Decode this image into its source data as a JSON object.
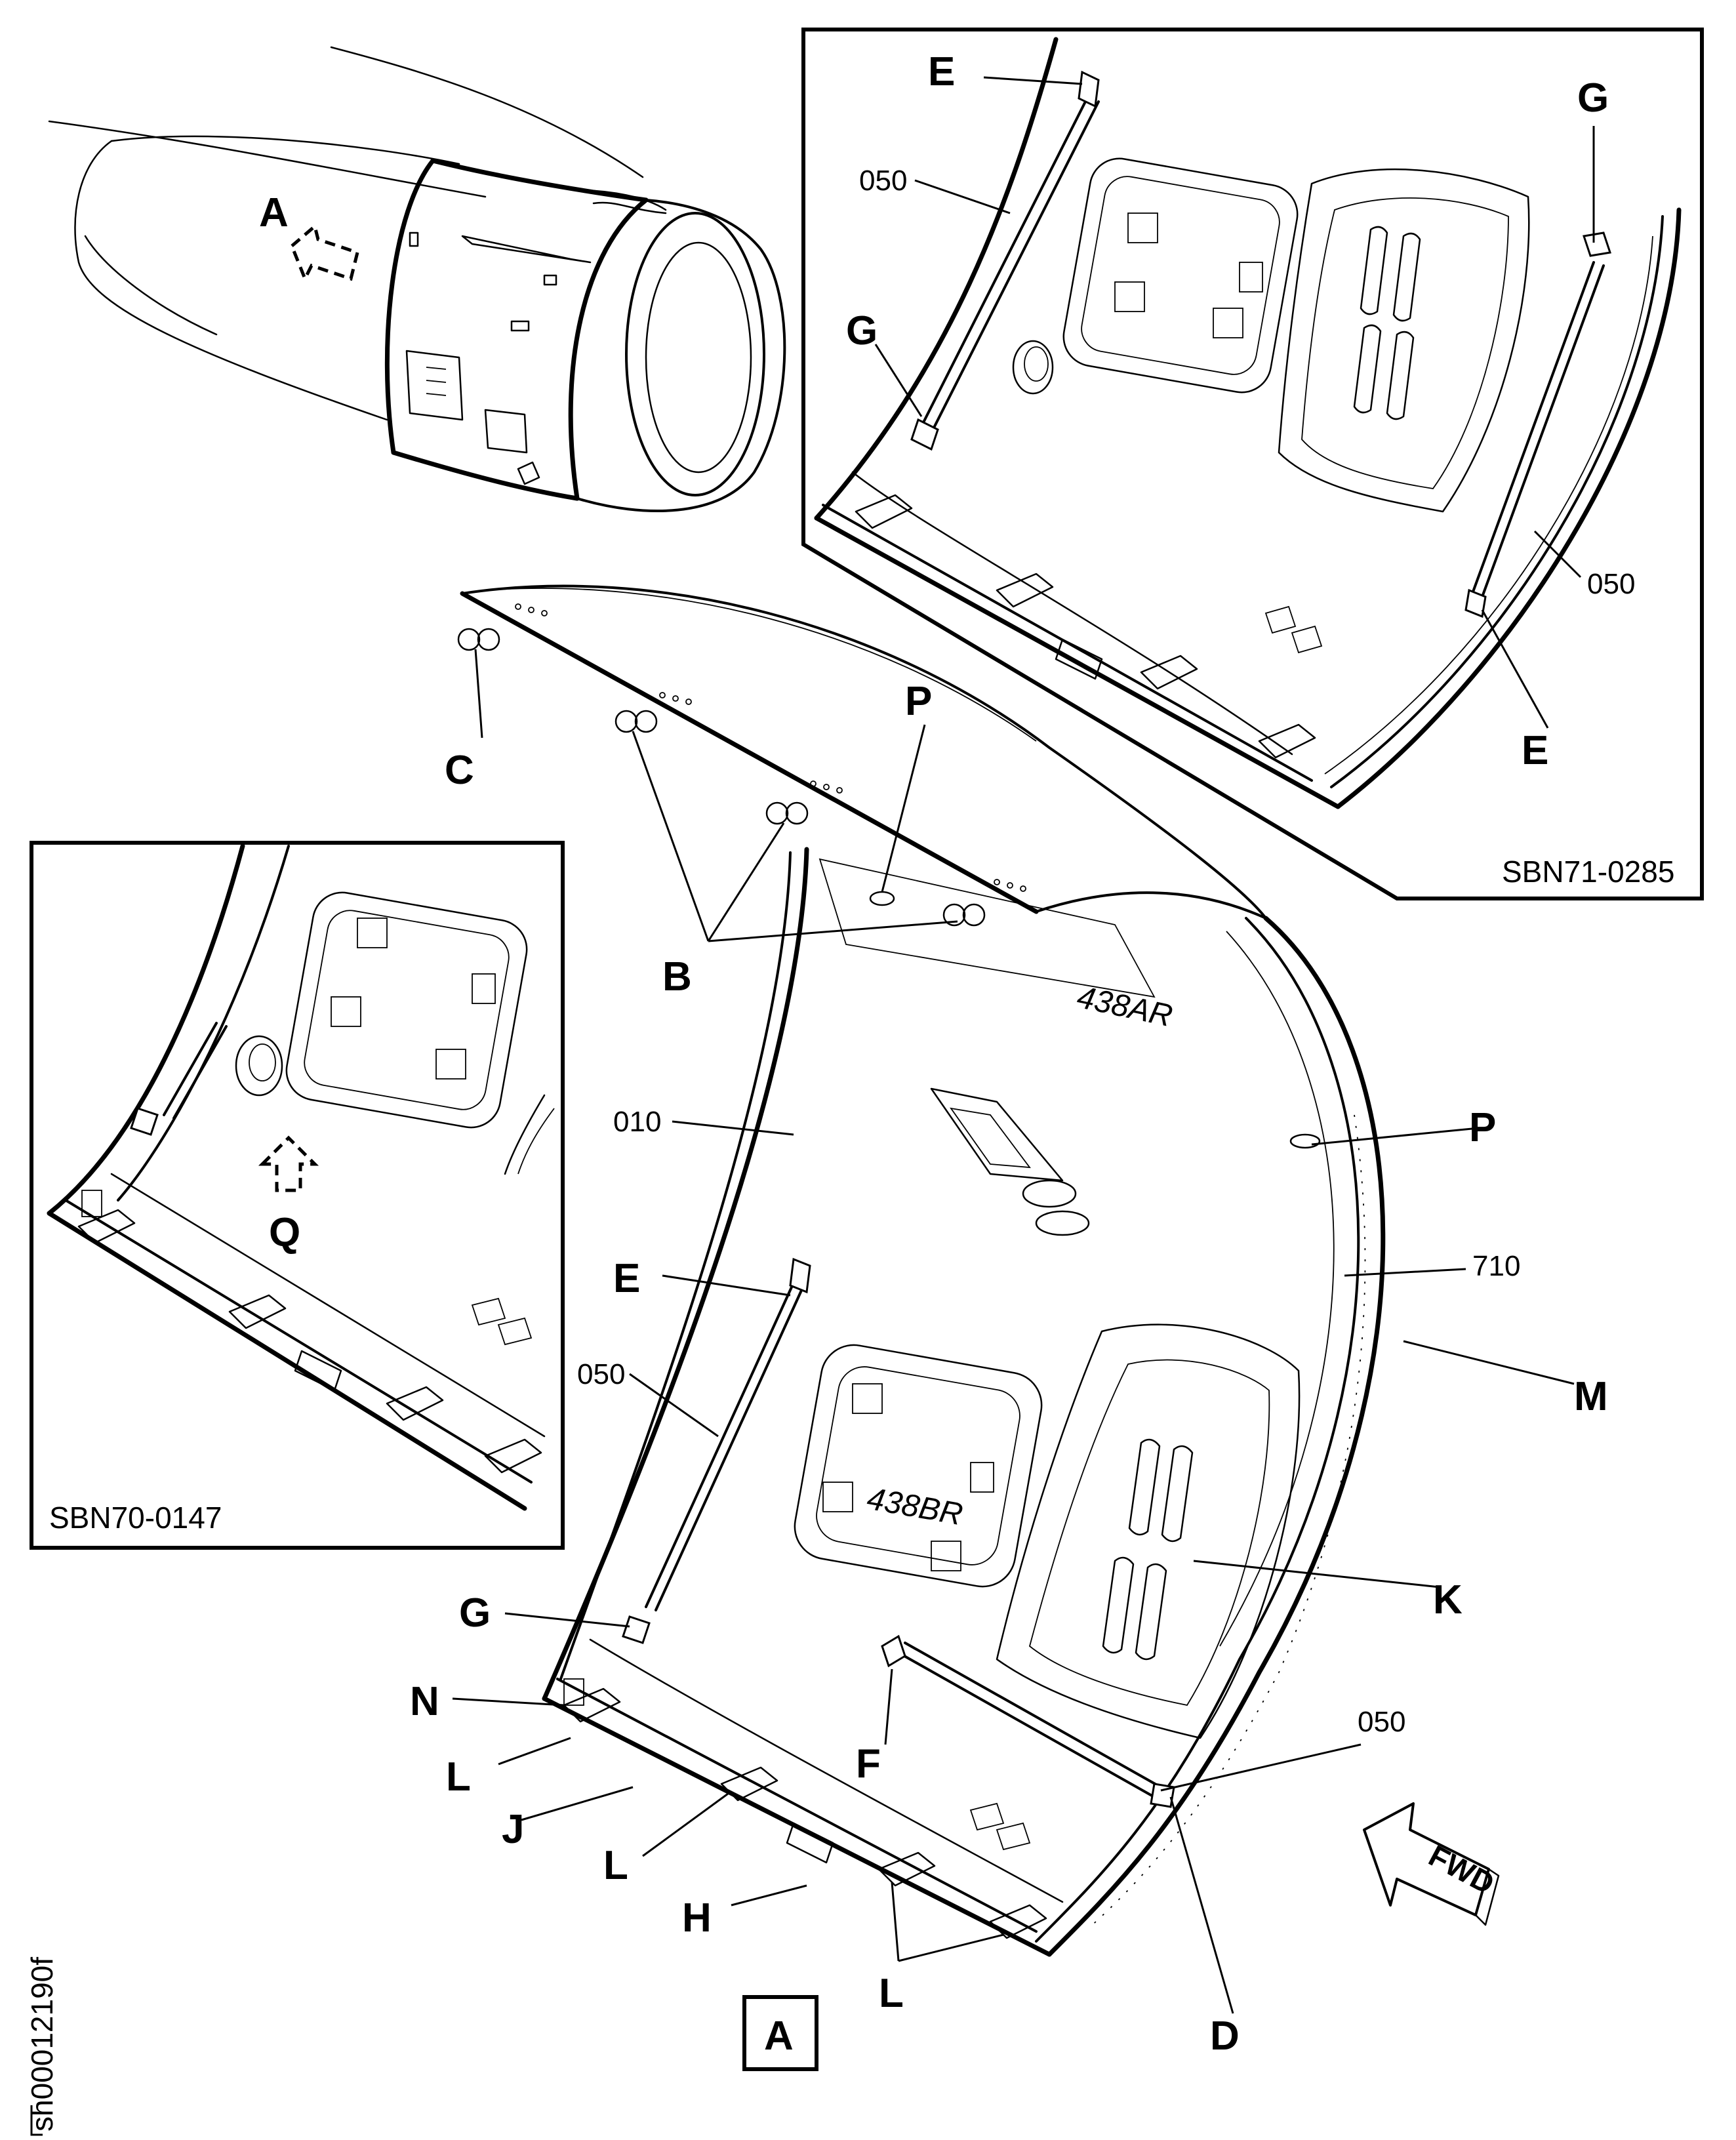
{
  "diagram": {
    "view_label_engine": "A",
    "view_label_box": "A",
    "drawing_id": "sh00012190f",
    "inset_right_ref": "SBN71-0285",
    "inset_left_ref": "SBN70-0147",
    "fwd_arrow": "FWD",
    "panel_labels": {
      "upper": "438AR",
      "lower": "438BR"
    },
    "main_callouts": {
      "B": "B",
      "C": "C",
      "D": "D",
      "E": "E",
      "F": "F",
      "G": "G",
      "H": "H",
      "J": "J",
      "K": "K",
      "L1": "L",
      "L2": "L",
      "L3": "L",
      "M": "M",
      "N": "N",
      "P1": "P",
      "P2": "P"
    },
    "main_numbers": {
      "n010": "010",
      "n710": "710",
      "n050a": "050",
      "n050b": "050"
    },
    "inset_right": {
      "E1": "E",
      "E2": "E",
      "G1": "G",
      "G2": "G",
      "n050a": "050",
      "n050b": "050"
    },
    "inset_left": {
      "Q": "Q"
    }
  }
}
